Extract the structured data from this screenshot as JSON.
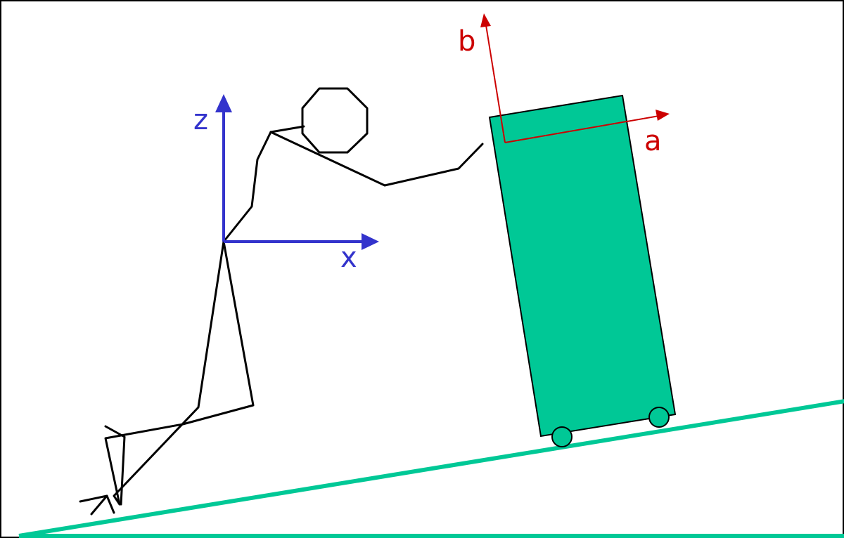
{
  "diagram": {
    "colors": {
      "incline": "#00c896",
      "cart_fill": "#00c896",
      "cart_stroke": "#000000",
      "person": "#000000",
      "person_axes": "#3333cc",
      "cart_axes": "#cc0000",
      "background": "#ffffff"
    },
    "person_axes": {
      "x_label": "x",
      "z_label": "z"
    },
    "cart_axes": {
      "a_label": "a",
      "b_label": "b"
    }
  }
}
